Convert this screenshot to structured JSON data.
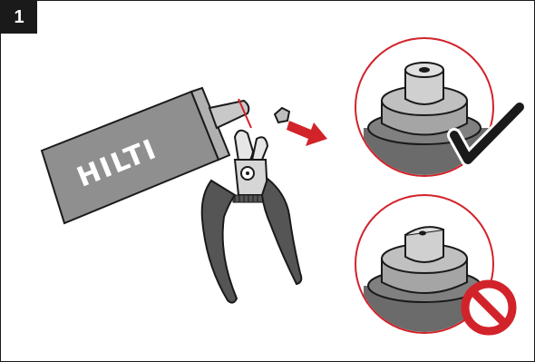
{
  "step": {
    "number": "1"
  },
  "brand": {
    "logo_text": "HILTI"
  },
  "icons": {
    "cartridge": "cartridge-tube-icon",
    "cutter": "cable-cutter-icon",
    "cut_mark": "cut-line-icon",
    "cut_piece": "cut-nozzle-tip-icon",
    "direction": "red-arrow-icon",
    "correct_check": "checkmark-icon",
    "incorrect_prohibited": "prohibited-icon"
  },
  "colors": {
    "accent_red": "#d2232a",
    "dark_gray": "#4a4a4a",
    "mid_gray": "#9a9a9a",
    "light_gray": "#c8c8c8",
    "outline": "#1a1a1a"
  },
  "results": [
    {
      "name": "correct-cut",
      "verdict_icon": "checkmark-icon"
    },
    {
      "name": "incorrect-cut",
      "verdict_icon": "prohibited-icon"
    }
  ]
}
